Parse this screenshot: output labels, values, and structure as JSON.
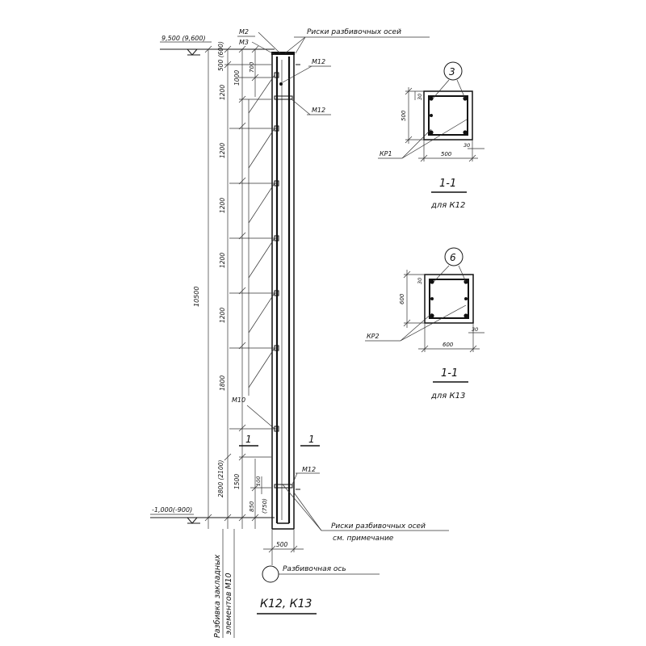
{
  "elevations": {
    "top": "9,500 (9,600)",
    "bottom": "-1,000(-900)"
  },
  "element_labels": {
    "m2": "M2",
    "m3": "M3",
    "m12_upper": "M12",
    "m12_mid": "M12",
    "m12_lower": "M12",
    "m10": "M10"
  },
  "notes": {
    "marks_top": "Риски разбивочных осей",
    "marks_bottom_1": "Риски разбивочных осей",
    "marks_bottom_2": "см.   примечание",
    "axis": "Разбивочная ось",
    "embedded_1": "Разбивка закладных",
    "embedded_2": "элементов М10"
  },
  "dimensions": {
    "total": "10500",
    "top_block": "500 (600)",
    "bottom_block": "2800 (2100)",
    "d1000": "1000",
    "d700": "700",
    "spacing": [
      "1200",
      "1200",
      "1200",
      "1200",
      "1200",
      "1800"
    ],
    "d1500": "1500",
    "d850": "850",
    "d750": "(750)",
    "d100": "100",
    "column_width": "500"
  },
  "section_markers": {
    "left": "1",
    "right": "1"
  },
  "column_title": "К12, К13",
  "sections": [
    {
      "number": "3",
      "title": "1-1",
      "subtitle": "для К12",
      "cage": "КР1",
      "width": "500",
      "height": "500",
      "cover_top": "30",
      "cover_side": "30"
    },
    {
      "number": "6",
      "title": "1-1",
      "subtitle": "для К13",
      "cage": "КР2",
      "width": "600",
      "height": "600",
      "cover_top": "30",
      "cover_side": "30"
    }
  ]
}
